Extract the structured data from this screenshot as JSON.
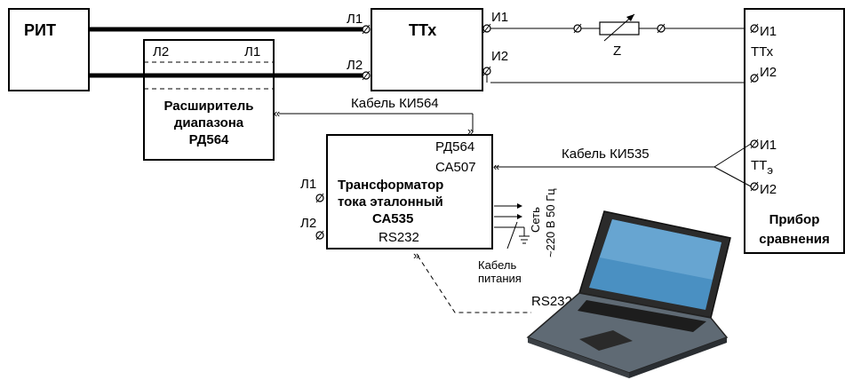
{
  "rit": {
    "label": "РИТ"
  },
  "ttx": {
    "label": "ТТх",
    "l1": "Л1",
    "l2": "Л2",
    "i1": "И1",
    "i2": "И2"
  },
  "range_extender": {
    "l2": "Л2",
    "l1": "Л1",
    "title_line1": "Расширитель",
    "title_line2": "диапазона",
    "title_line3": "РД564"
  },
  "impedance": {
    "label": "Z"
  },
  "comparator": {
    "ttx_i1": "И1",
    "ttx_label": "ТТх",
    "ttx_i2": "И2",
    "tte_i1": "И1",
    "tte_label": "ТТ",
    "tte_sub": "э",
    "tte_i2": "И2",
    "title_line1": "Прибор",
    "title_line2": "сравнения"
  },
  "ref_transformer": {
    "port_rd": "РД564",
    "port_ca": "СА507",
    "title_line1": "Трансформатор",
    "title_line2": "тока эталонный",
    "title_line3": "СА535",
    "port_rs": "RS232",
    "l1": "Л1",
    "l2": "Л2"
  },
  "cables": {
    "ki564": "Кабель КИ564",
    "ki535": "Кабель КИ535",
    "rs232": "RS232",
    "power_line1": "Кабель",
    "power_line2": "питания",
    "mains_line1": "Сеть",
    "mains_line2": "~220 В 50 Гц"
  }
}
